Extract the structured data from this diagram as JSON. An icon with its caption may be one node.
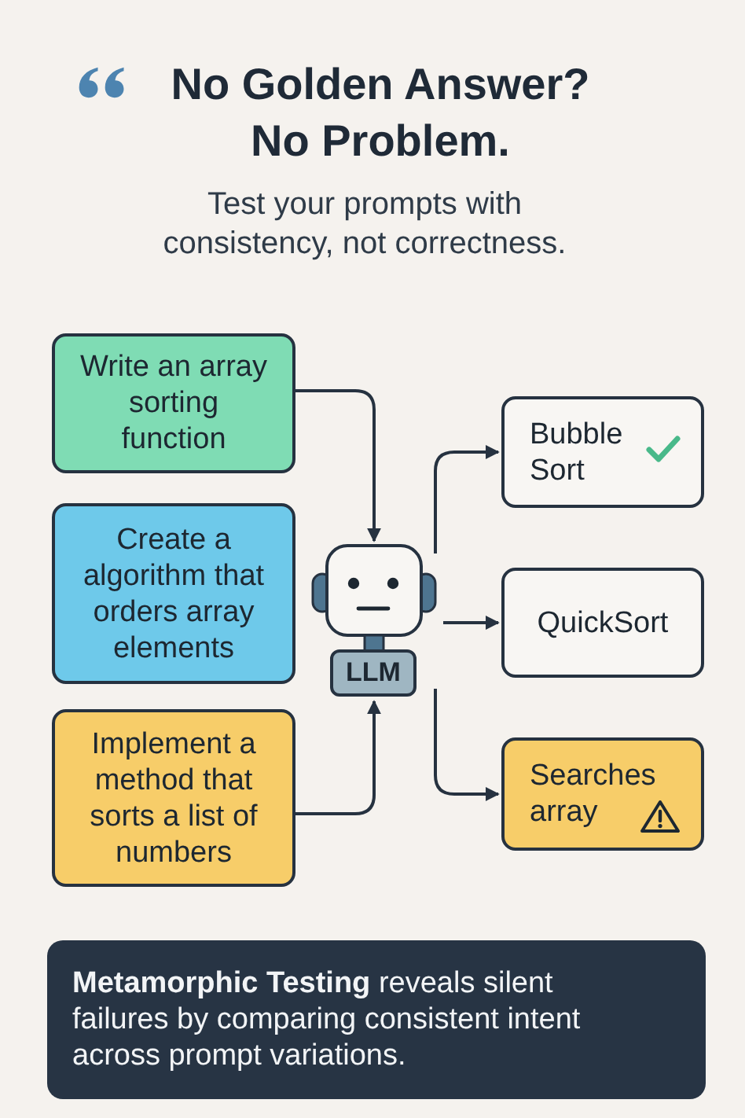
{
  "diagram": {
    "title": "No Golden Answer? No Problem.",
    "nodes": [
      {
        "text": [
          "Write an array sorting function"
        ]
      },
      {
        "text": [
          "Create a algorithm that orders array elements"
        ]
      },
      {
        "text": [
          "Implement a method that sorts a list of numbers"
        ]
      },
      {
        "text": [
          "LLM"
        ]
      },
      {
        "text": [
          "Bubble Sort"
        ]
      },
      {
        "text": [
          "QuickSort"
        ]
      },
      {
        "text": [
          "Searches array"
        ]
      },
      {
        "text": [
          "**Metamorphic Testing** reveals silent failures by comparing consistent intent across prompt variations."
        ]
      }
    ],
    "edges": [
      {
        "from": 0,
        "to": 3,
        "arrow": "to"
      },
      {
        "from": 2,
        "to": 3,
        "arrow": "to"
      },
      {
        "from": 3,
        "to": 4,
        "arrow": "to"
      },
      {
        "from": 3,
        "to": 5,
        "arrow": "to"
      },
      {
        "from": 3,
        "to": 6,
        "arrow": "to"
      }
    ],
    "labels": [
      "Test your prompts with consistency, not correctness."
    ]
  }
}
